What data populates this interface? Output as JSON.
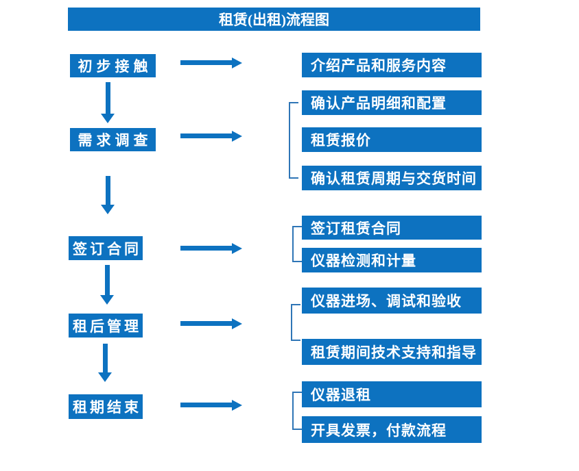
{
  "title": "租赁(出租)流程图",
  "colors": {
    "primary_blue": "#0d72c0",
    "bracket_blue": "#2e75b6",
    "text_white": "#ffffff"
  },
  "flow": [
    {
      "step": "初步接触",
      "details": [
        "介绍产品和服务内容"
      ]
    },
    {
      "step": "需求调查",
      "details": [
        "确认产品明细和配置",
        "租赁报价",
        "确认租赁周期与交货时间"
      ]
    },
    {
      "step": "签订合同",
      "details": [
        "签订租赁合同",
        "仪器检测和计量"
      ]
    },
    {
      "step": "租后管理",
      "details": [
        "仪器进场、调试和验收",
        "租赁期间技术支持和指导"
      ]
    },
    {
      "step": "租期结束",
      "details": [
        "仪器退租",
        "开具发票，付款流程"
      ]
    }
  ]
}
